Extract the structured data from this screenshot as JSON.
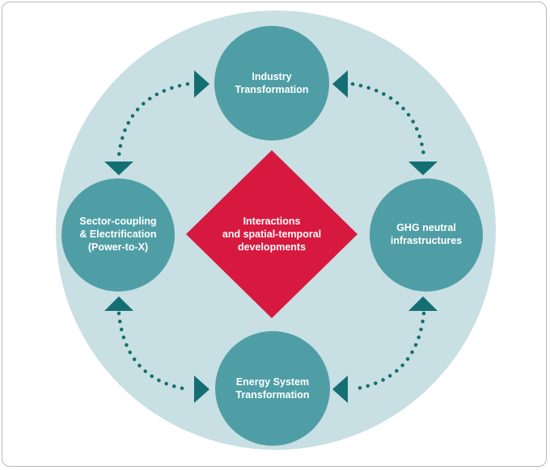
{
  "colors": {
    "background_circle": "#c8dfe3",
    "node_fill": "#4f9ea5",
    "center_fill": "#d7193f",
    "connector": "#146f73",
    "text": "#ffffff"
  },
  "center": {
    "line1": "Interactions",
    "line2": "and spatial-temporal",
    "line3": "developments"
  },
  "nodes": {
    "top": {
      "line1": "Industry",
      "line2": "Transformation"
    },
    "left": {
      "line1": "Sector-coupling",
      "line2": "& Electrification",
      "line3": "(Power-to-X)"
    },
    "right": {
      "line1": "GHG neutral",
      "line2": "infrastructures"
    },
    "bottom": {
      "line1": "Energy System",
      "line2": "Transformation"
    }
  },
  "connectors": [
    {
      "from": "top",
      "to": "left",
      "style": "dotted-bidirectional"
    },
    {
      "from": "top",
      "to": "right",
      "style": "dotted-bidirectional"
    },
    {
      "from": "bottom",
      "to": "left",
      "style": "dotted-bidirectional"
    },
    {
      "from": "bottom",
      "to": "right",
      "style": "dotted-bidirectional"
    }
  ]
}
